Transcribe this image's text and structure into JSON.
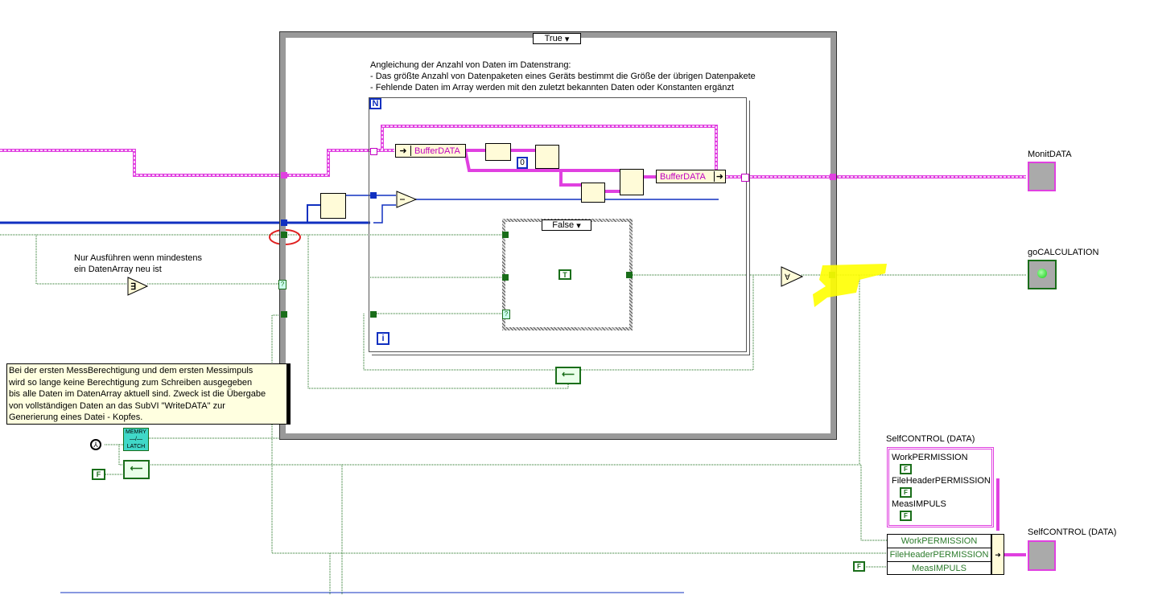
{
  "outer_case": {
    "selector": "True"
  },
  "comment_top": [
    "Angleichung der Anzahl von Daten im Datenstrang:",
    "- Das größte Anzahl von Datenpaketen eines Geräts bestimmt die Größe der übrigen Datenpakete",
    "- Fehlende Daten im Array werden mit den zuletzt bekannten Daten oder Konstanten ergänzt"
  ],
  "for_loop": {
    "count": "N",
    "iteration": "i"
  },
  "inner_case": {
    "selector": "False"
  },
  "nodes": {
    "buffer_read": "BufferDATA",
    "buffer_write": "BufferDATA",
    "zero_const": "0",
    "true_const": "T"
  },
  "comment_left": [
    "Nur Ausführen wenn mindestens",
    "ein DatenArray neu ist"
  ],
  "tooltip_comment": [
    "Bei der ersten MessBerechtigung und dem ersten Messimpuls",
    "wird so lange keine Berechtigung zum Schreiben ausgegeben",
    "bis alle Daten im DatenArray aktuell sind. Zweck ist die Übergabe",
    "von vollständigen Daten an das SubVI \"WriteDATA\" zur",
    "Generierung eines Datei - Kopfes."
  ],
  "latch": {
    "top": "MEMRY",
    "bottom": "LATCH"
  },
  "false_const": "F",
  "indicators": {
    "monit": "MonitDATA",
    "go": "goCALCULATION",
    "self": "SelfCONTROL (DATA)"
  },
  "cluster_const": {
    "label": "SelfCONTROL (DATA)",
    "items": [
      {
        "name": "WorkPERMISSION",
        "value": "F"
      },
      {
        "name": "FileHeaderPERMISSION",
        "value": "F"
      },
      {
        "name": "MeasIMPULS",
        "value": "F"
      }
    ]
  },
  "bundle": {
    "items": [
      "WorkPERMISSION",
      "FileHeaderPERMISSION",
      "MeasIMPULS"
    ]
  },
  "colors": {
    "pink": "#e040e0",
    "blue": "#1030c0",
    "green": "#1a6e1a",
    "highlight": "#ffff00"
  }
}
